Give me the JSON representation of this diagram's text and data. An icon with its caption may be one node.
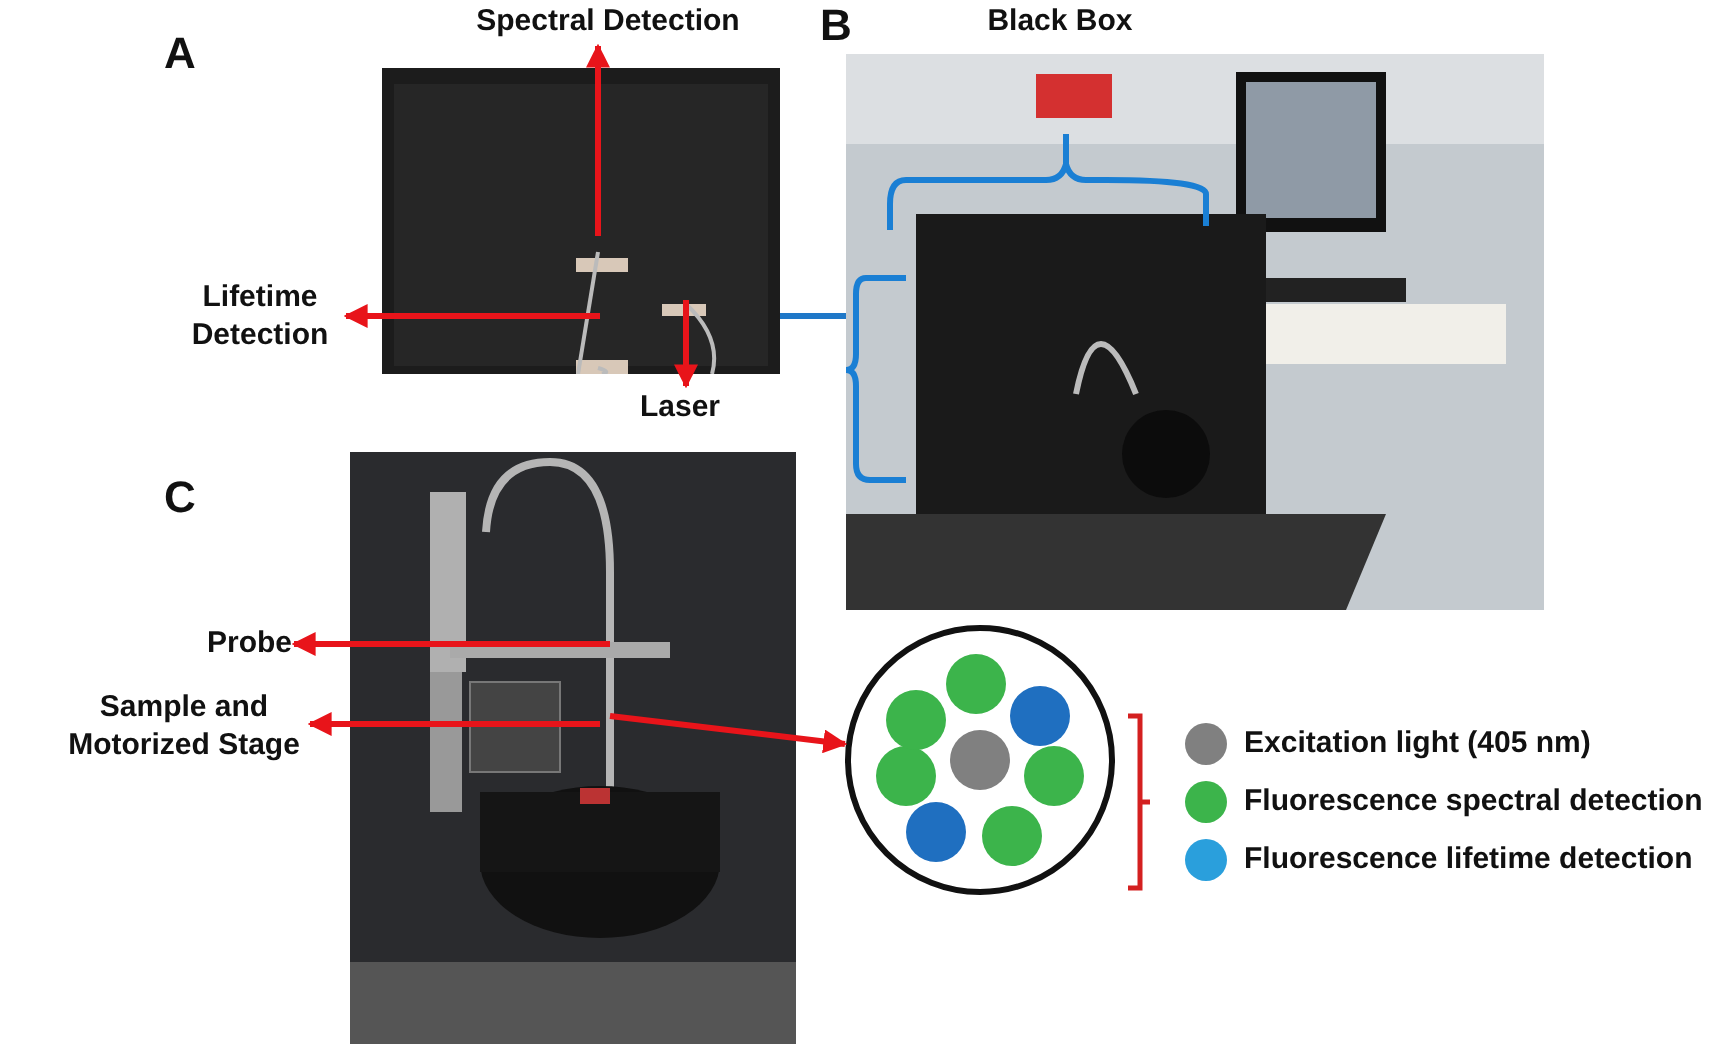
{
  "diagram": {
    "nodes": [
      {
        "text": [],
        "shape": "picture"
      },
      {
        "text": [
          "Spectral Detection"
        ]
      },
      {
        "text": [
          "Lifetime Detection"
        ]
      },
      {
        "text": [
          "Laser"
        ]
      },
      {
        "text": [],
        "shape": "picture"
      },
      {
        "text": [
          "Black Box"
        ]
      },
      {
        "text": [],
        "shape": "picture"
      },
      {
        "text": [
          "Probe"
        ]
      },
      {
        "text": [
          "Sample and Motorized Stage"
        ]
      },
      {
        "text": [],
        "shape": "circle"
      }
    ],
    "edges": [
      {
        "from": 0,
        "to": 1,
        "arrow": "to"
      },
      {
        "from": 0,
        "to": 2,
        "arrow": "to"
      },
      {
        "from": 0,
        "to": 3,
        "arrow": "to"
      },
      {
        "from": 0,
        "to": 4,
        "arrow": "none",
        "color": "#1f78c8"
      },
      {
        "from": 6,
        "to": 7,
        "arrow": "to"
      },
      {
        "from": 6,
        "to": 8,
        "arrow": "to"
      },
      {
        "from": 6,
        "to": 9,
        "arrow": "to"
      }
    ],
    "labels": [
      "A",
      "B",
      "C"
    ],
    "legend": [
      {
        "text": "Excitation light (405 nm)",
        "color": "#808080"
      },
      {
        "text": "Fluorescence spectral detection",
        "color": "#3cb44b"
      },
      {
        "text": "Fluorescence lifetime detection",
        "color": "#2a9fdc"
      }
    ]
  }
}
